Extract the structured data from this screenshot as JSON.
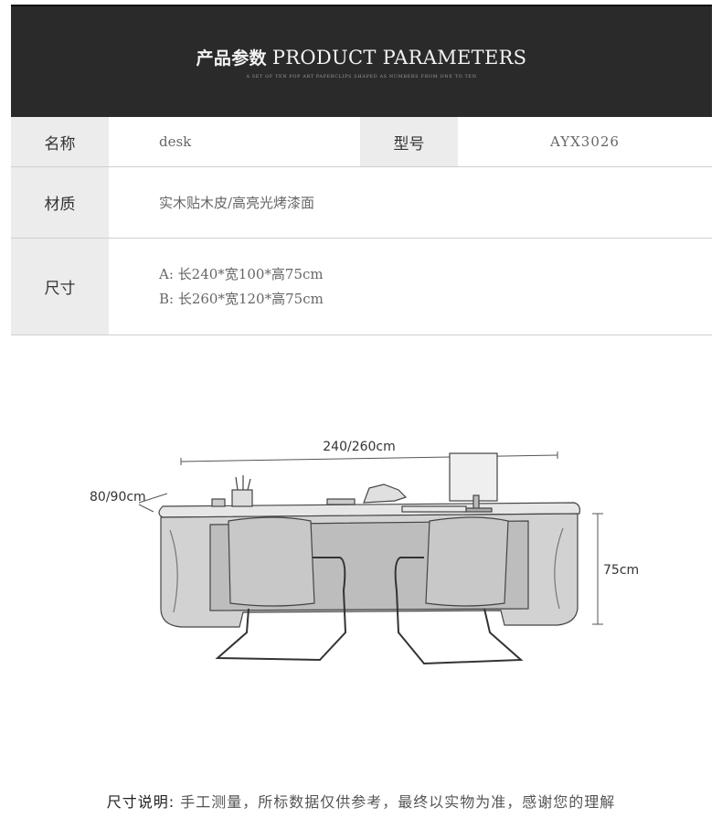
{
  "banner": {
    "title_cn": "产品参数",
    "title_en": "PRODUCT PARAMETERS",
    "subtitle": "A SET OF TEN POP ART PAPERCLIPS SHAPED AS NUMBERS FROM ONE TO TEN"
  },
  "params": {
    "name_label": "名称",
    "name_value": "desk",
    "model_label": "型号",
    "model_value": "AYX3026",
    "material_label": "材质",
    "material_value": "实木贴木皮/高亮光烤漆面",
    "size_label": "尺寸",
    "size_a": "A:  长240*宽100*高75cm",
    "size_b": "B:  长260*宽120*高75cm"
  },
  "diagram": {
    "length_label": "240/260cm",
    "depth_label": "80/90cm",
    "height_label": "75cm"
  },
  "footnote": {
    "label": "尺寸说明:",
    "text": " 手工测量，所标数据仅供参考，最终以实物为准，感谢您的理解"
  }
}
